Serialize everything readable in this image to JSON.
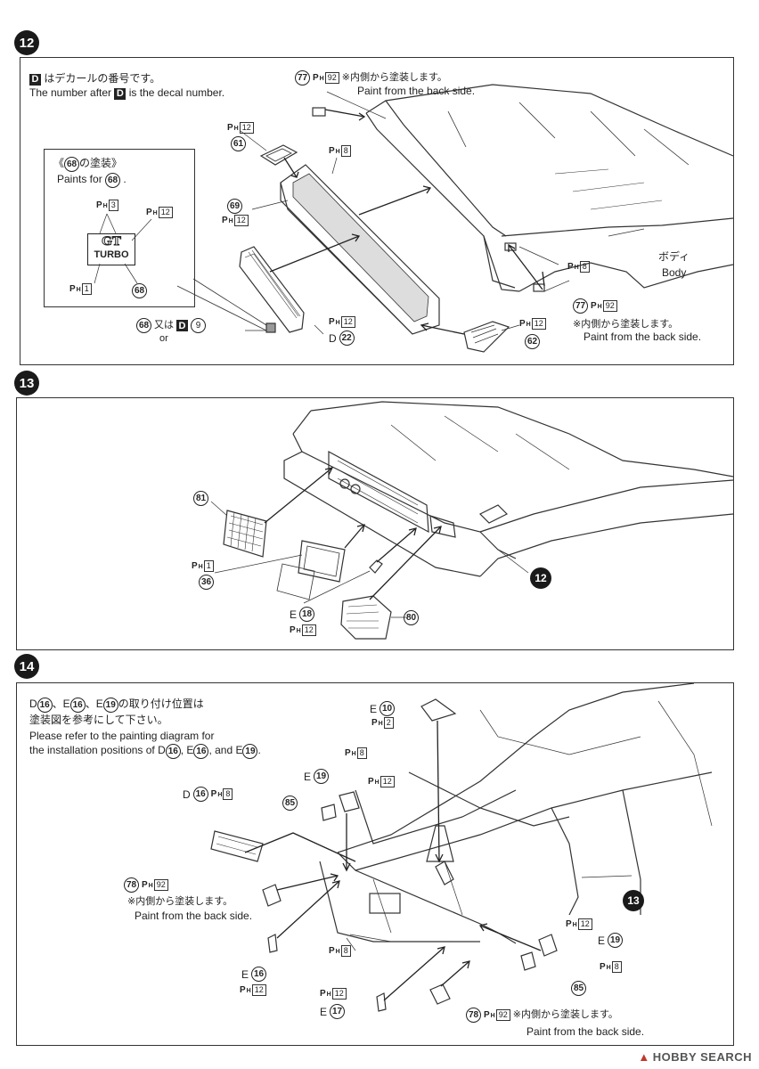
{
  "steps": [
    {
      "badge": "12"
    },
    {
      "badge": "13"
    },
    {
      "badge": "14"
    }
  ],
  "step12": {
    "decal_note_jp": "はデカールの番号です。",
    "decal_note_en_pre": "The number after",
    "decal_note_en_post": "is the decal number.",
    "decal_letter": "D",
    "inset_title_jp_pre": "《",
    "inset_title_jp_post": "の塗装》",
    "inset_paints_for": "Paints for",
    "inset_part": "68",
    "inset_badge_line1": "GT",
    "inset_badge_line2": "TURBO",
    "back_side_jp": "※内側から塗装します。",
    "back_side_en": "Paint from the back side.",
    "body_jp": "ボディ",
    "body_en": "Body",
    "or_jp": "又は",
    "or_en": "or",
    "callouts": {
      "p77": "77",
      "ph92": "92",
      "ph12": "12",
      "p61": "61",
      "ph8": "8",
      "p69": "69",
      "ph3": "3",
      "ph1": "1",
      "p68": "68",
      "p22": "22",
      "p62": "62",
      "d9": "9",
      "letterD": "D"
    }
  },
  "step13": {
    "callouts": {
      "p81": "81",
      "ph1": "1",
      "p36": "36",
      "letterE": "E",
      "p18": "18",
      "ph12": "12",
      "p80": "80",
      "ref12": "12"
    }
  },
  "step14": {
    "note_jp_parts": [
      "D",
      "16",
      "、E",
      "16",
      "、E",
      "19",
      "の取り付け位置は"
    ],
    "note_jp_line2": "塗装図を参考にして下さい。",
    "note_en_line1": "Please refer to the painting diagram for",
    "note_en_line2_pre": "the installation positions of",
    "note_en_and": ", and",
    "back_side_jp": "※内側から塗装します。",
    "back_side_en": "Paint from the back side.",
    "callouts": {
      "p10": "10",
      "ph2": "2",
      "ph8": "8",
      "ph12": "12",
      "p19": "19",
      "p85": "85",
      "p16": "16",
      "p78": "78",
      "ph92": "92",
      "p17": "17",
      "ref13": "13"
    }
  },
  "footer": {
    "brand": "HOBBY SEARCH"
  }
}
